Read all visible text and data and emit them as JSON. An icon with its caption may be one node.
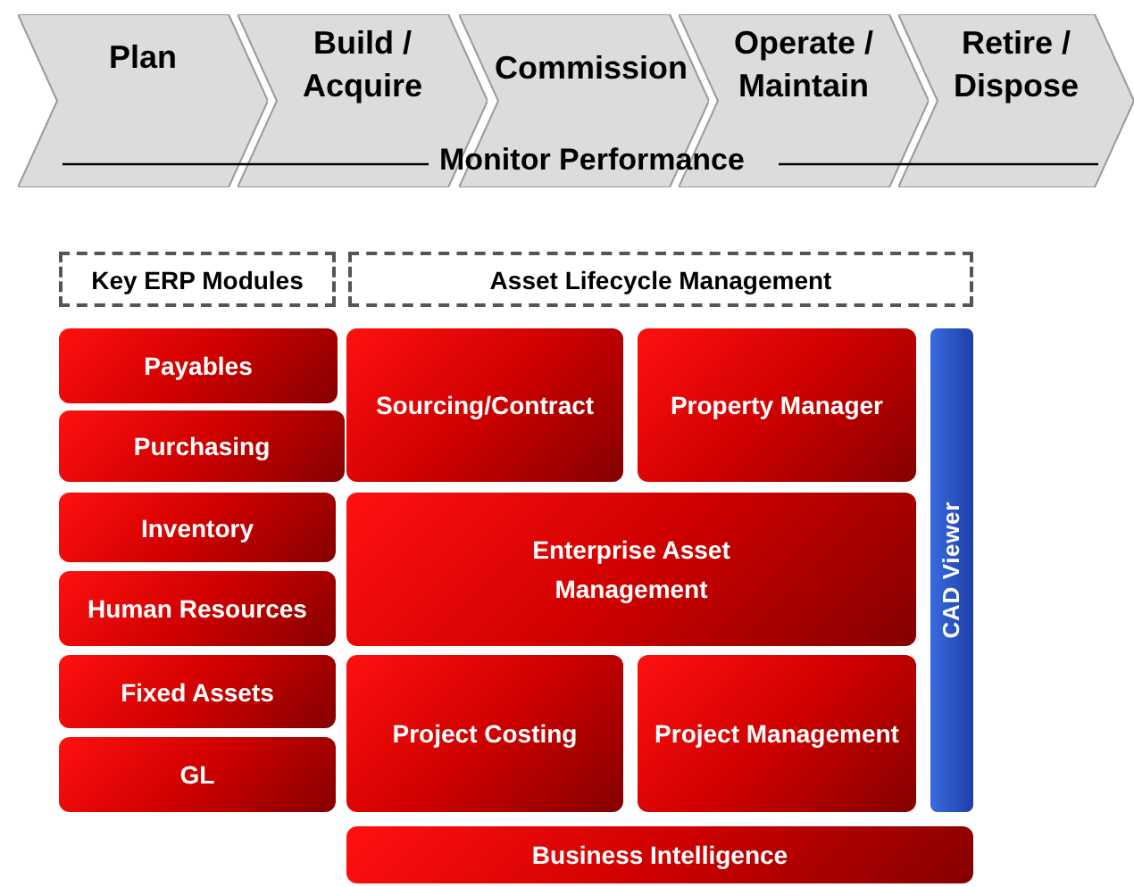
{
  "diagram": {
    "nodes": [
      {
        "text": [
          "Plan"
        ]
      },
      {
        "text": [
          "Build / Acquire"
        ]
      },
      {
        "text": [
          "Commission"
        ]
      },
      {
        "text": [
          "Operate / Maintain"
        ]
      },
      {
        "text": [
          "Retire / Dispose"
        ]
      },
      {
        "text": [
          "Key ERP Modules"
        ]
      },
      {
        "text": [
          "Asset Lifecycle Management"
        ]
      },
      {
        "text": [
          "Payables"
        ]
      },
      {
        "text": [
          "Sourcing/Contract"
        ]
      },
      {
        "text": [
          "Property Manager"
        ]
      },
      {
        "text": [
          "Purchasing"
        ]
      },
      {
        "text": [
          "Inventory"
        ]
      },
      {
        "text": [
          "Enterprise Asset Management"
        ]
      },
      {
        "text": [
          "CAD Viewer"
        ]
      },
      {
        "text": [
          "Human Resources"
        ]
      },
      {
        "text": [
          "Fixed Assets"
        ]
      },
      {
        "text": [
          "Project Costing"
        ]
      },
      {
        "text": [
          "Project Management"
        ]
      },
      {
        "text": [
          "GL"
        ]
      },
      {
        "text": [
          "Business Intelligence"
        ]
      }
    ],
    "labels": [
      "Monitor Performance"
    ]
  }
}
